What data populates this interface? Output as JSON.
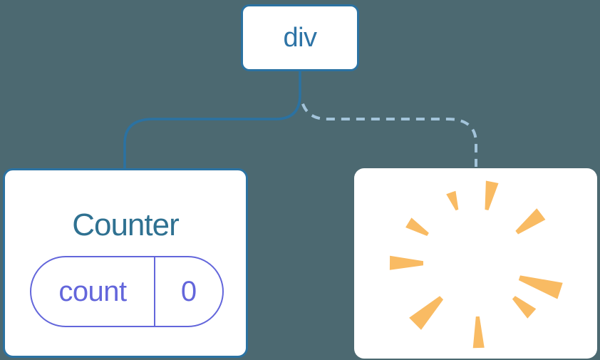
{
  "diagram": {
    "kind": "react-component-tree",
    "background_color": "#4C6971",
    "root_node": {
      "label": "div"
    },
    "children": [
      {
        "id": "counter",
        "title": "Counter",
        "connection": "solid",
        "state": {
          "key": "count",
          "value": "0"
        }
      },
      {
        "id": "removed-component",
        "connection": "dashed",
        "icon": "poof-icon"
      }
    ],
    "colors": {
      "solid_line": "#2B72A2",
      "dashed_line": "#A3C4DA",
      "node_background": "#FFFFFF",
      "node_border": "#2B72A2",
      "root_label_text": "#2E74A6",
      "counter_title_text": "#2F7191",
      "state_accent": "#6366DB",
      "poof_burst": "#F9BB63"
    }
  }
}
